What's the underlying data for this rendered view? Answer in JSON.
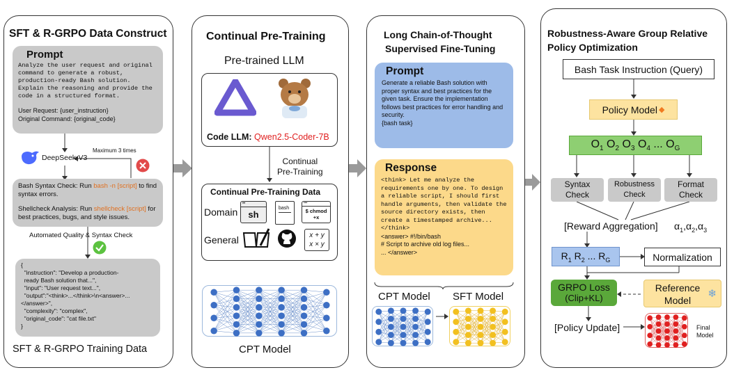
{
  "panel1": {
    "title": "SFT & R-GRPO  Data Construct",
    "prompt_heading": "Prompt",
    "prompt_text": "Analyze the user request and original command to generate a robust, production-ready Bash solution. Explain the reasoning and provide the code in a structured format.",
    "user_request": "User Request: {user_instruction}",
    "original_command": "Original Command: {original_code}",
    "model_name": "DeepSeek-V3",
    "retry_label": "Maximum 3 times",
    "syntax_check_pre": "Bash Syntax Check: Run ",
    "syntax_check_cmd": "bash -n [script]",
    "syntax_check_post": " to find syntax errors.",
    "shellcheck_pre": "Shellcheck Analysis: Run ",
    "shellcheck_cmd": "shellcheck [script]",
    "shellcheck_post": " for best practices, bugs, and style issues.",
    "quality_label": "Automated Quality & Syntax Check",
    "json_lines": [
      "{",
      "  \"instruction\": \"Develop a production-",
      "  ready Bash solution that...\",",
      "  \"input\": \"User request text...\",",
      "  \"output\":\"<think>...</think>\\n<answer>...",
      "</answer>\",",
      "  \"complexity\": \"complex\",",
      "  \"original_code\": \"cat file.txt\"",
      "}"
    ],
    "footer": "SFT & R-GRPO Training Data"
  },
  "panel2": {
    "title": "Continual Pre-Training",
    "pretrained": "Pre-trained LLM",
    "code_llm_label": "Code LLM: ",
    "code_llm_name": "Qwen2.5-Coder-7B",
    "cpt_step": "Continual\nPre-Training",
    "data_title": "Continual Pre-Training Data",
    "domain_label": "Domain",
    "general_label": "General",
    "sh_icon": "sh",
    "bash_icon": "bash",
    "chmod_icon": "$ chmod\n+x",
    "math_icon": "x + y\nx × y",
    "footer": "CPT Model"
  },
  "panel3": {
    "title_line1": "Long Chain-of-Thought",
    "title_line2": "Supervised Fine-Tuning",
    "prompt_heading": "Prompt",
    "prompt_text": "Generate a reliable Bash solution with proper syntax and best practices for the given task. Ensure the implementation follows best practices for error handling and security.",
    "prompt_task": "{bash task}",
    "response_heading": "Response",
    "response_think": "<think> Let me analyze the requirements one by one. To design a reliable script, I should first handle arguments, then validate the source directory exists, then create a timestamped archive... </think>",
    "response_answer1": "<answer> #!/bin/bash",
    "response_answer2": "# Script to archive old log files...",
    "response_answer3": "... </answer>",
    "cpt_model": "CPT Model",
    "sft_model": "SFT Model"
  },
  "panel4": {
    "title_line1": "Robustness-Aware Group Relative",
    "title_line2": "Policy Optimization",
    "query": "Bash Task Instruction (Query)",
    "policy": "Policy Model",
    "outputs": "O₁ O₂ O₃ O₄ ... O_G",
    "checks": [
      "Syntax\nCheck",
      "Robustness\nCheck",
      "Format\nCheck"
    ],
    "reward_agg": "[Reward Aggregation]",
    "alphas": "α₁,α₂,α₃",
    "rewards": "R₁ R₂ ... R_G",
    "normalization": "Normalization",
    "grpo_loss": "GRPO Loss",
    "grpo_sub": "(Clip+KL)",
    "reference": "Reference\nModel",
    "policy_update": "[Policy Update]",
    "final_model": "Final\nModel"
  },
  "colors": {
    "gray_box": "#c9c9c9",
    "blue_box": "#9dbbe8",
    "yellow_box": "#fcd98a",
    "green_box": "#8ecf72",
    "policy_box": "#fde3a0",
    "reward_box": "#a9c5ee",
    "grpo_box": "#5aa83a",
    "accent_orange": "#e07020",
    "accent_red": "#e02020"
  }
}
